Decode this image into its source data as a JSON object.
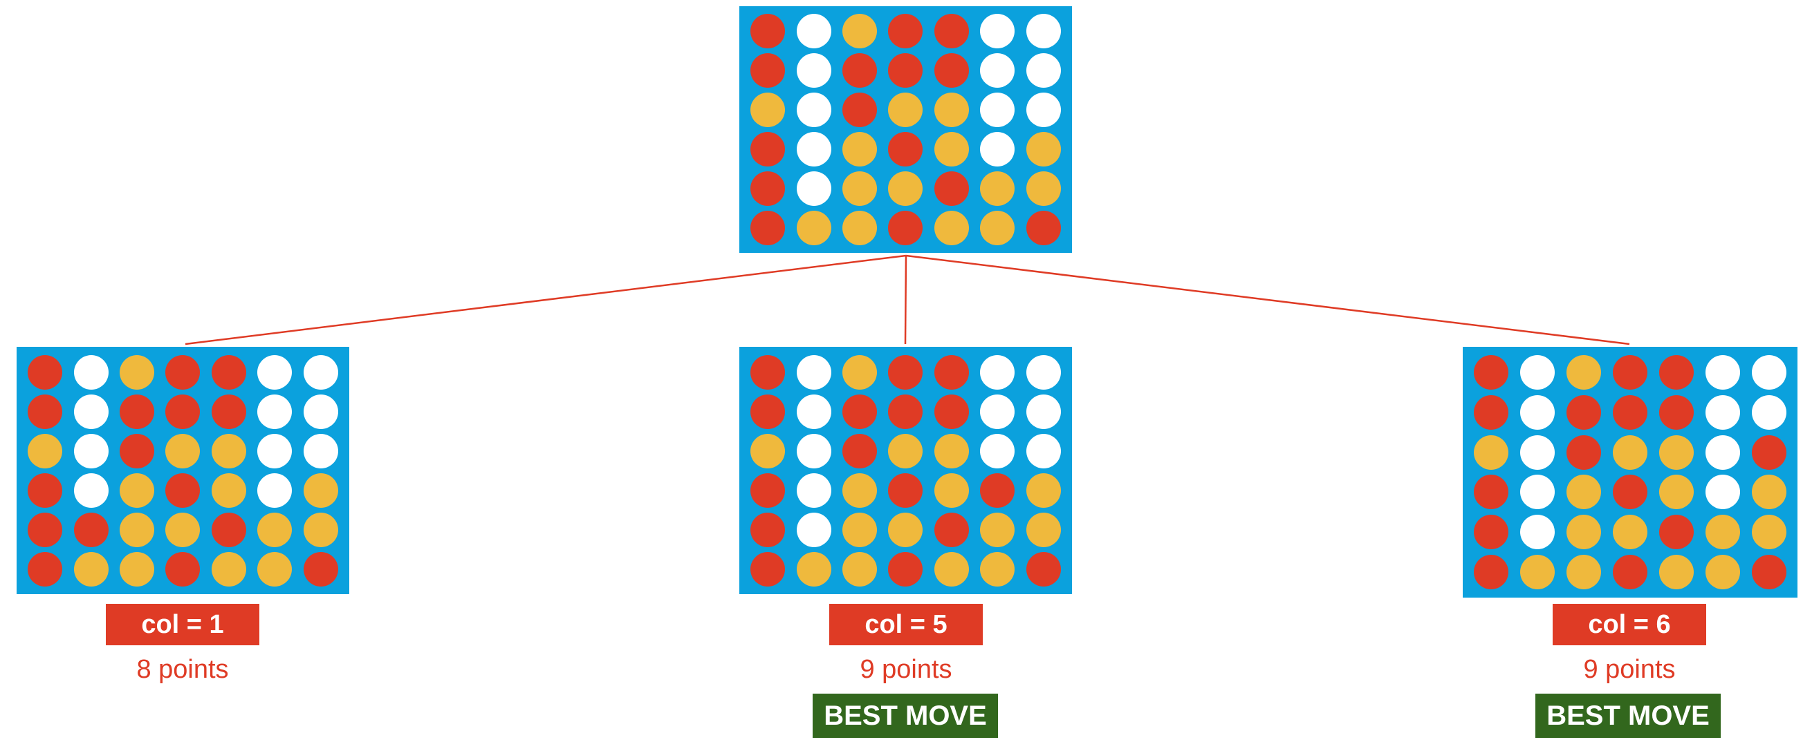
{
  "colors": {
    "board": "#0ba1dd",
    "red": "#df3b25",
    "yellow": "#efb93d",
    "empty": "#ffffff",
    "col_label_bg": "#df3b25",
    "points_text": "#df3b25",
    "best_bg": "#32671d",
    "connector": "#df3b25"
  },
  "root": {
    "grid": [
      "RWYRRWW",
      "RWRRRWW",
      "YWRYYWW",
      "RWYRYWY",
      "RWYYRYY",
      "RYYRYYR"
    ]
  },
  "children": [
    {
      "col_label": "col = 1",
      "points": "8 points",
      "best_move": "",
      "grid": [
        "RWYRRWW",
        "RWRRRWW",
        "YWRYYWW",
        "RWYRYWY",
        "RRYYRYY",
        "RYYRYYR"
      ]
    },
    {
      "col_label": "col = 5",
      "points": "9 points",
      "best_move": "BEST MOVE",
      "grid": [
        "RWYRRWW",
        "RWRRRWW",
        "YWRYYWW",
        "RWYRYRY",
        "RWYYRYY",
        "RYYRYYR"
      ]
    },
    {
      "col_label": "col = 6",
      "points": "9 points",
      "best_move": "BEST MOVE",
      "grid": [
        "RWYRRWW",
        "RWRRRWW",
        "YWRYYWR",
        "RWYRYWY",
        "RWYYRYY",
        "RYYRYYR"
      ]
    }
  ]
}
